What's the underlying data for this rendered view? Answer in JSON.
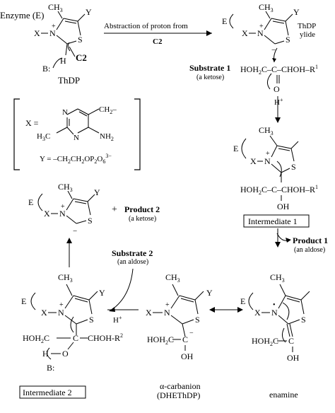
{
  "labels": {
    "enzyme": "Enzyme (E)",
    "ch3": "CH",
    "three": "3",
    "y": "Y",
    "x": "X",
    "n": "N",
    "s": "S",
    "plus": "+",
    "minus": "−",
    "dot": "•",
    "h": "H",
    "bcolon": "B:",
    "c2": "C2",
    "thdp": "ThDP",
    "thdp_ylide_1": "ThDP",
    "thdp_ylide_2": "ylide",
    "e": "E",
    "hplus": "H",
    "o": "O",
    "oh": "OH",
    "c_dot_eq": "C",
    "c_dot": "C"
  },
  "arrow1": {
    "line1": "Abstraction of proton from",
    "line2": "C2"
  },
  "substrate1": {
    "name": "Substrate 1",
    "sub": "(a ketose)",
    "formula_left": "HOH",
    "formula_sub": "2",
    "formula_mid": "C–C–CHOH–R",
    "formula_sup": "1"
  },
  "box_legend": {
    "x_eq": "X =",
    "ch2": "CH",
    "h3c": "H",
    "h3c_sub": "3",
    "h3c_c": "C",
    "n1": "N",
    "n2": "N",
    "nh2": "NH",
    "nh2_sub": "2",
    "y_eq": "Y = –CH",
    "y_eq_rest": "CH",
    "y_eq_op": "OP",
    "y_eq_o6": "O",
    "y_charge": "3−"
  },
  "intermediate1": {
    "formula_left": "HOH",
    "formula_sub": "2",
    "formula_mid": "C–C–CHOH–R",
    "formula_sup": "1",
    "label": "Intermediate 1"
  },
  "product1": {
    "name": "Product 1",
    "sub": "(an aldose)"
  },
  "product2": {
    "plus": "+",
    "name": "Product 2",
    "sub": "(a ketose)"
  },
  "substrate2": {
    "name": "Substrate 2",
    "sub": "(an aldose)"
  },
  "intermediate2": {
    "left": "HOH",
    "left_sub": "2",
    "left_c": "C",
    "right": "CHOH-R",
    "right_sup": "2",
    "label": "Intermediate 2"
  },
  "carbanion": {
    "left": "HOH",
    "left_sub": "2",
    "left_c": "C",
    "name": "α-carbanion",
    "abbr": "(DHEThDP)"
  },
  "enamine": {
    "left": "HOH",
    "left_sub": "2",
    "left_c": "C",
    "name": "enamine"
  }
}
